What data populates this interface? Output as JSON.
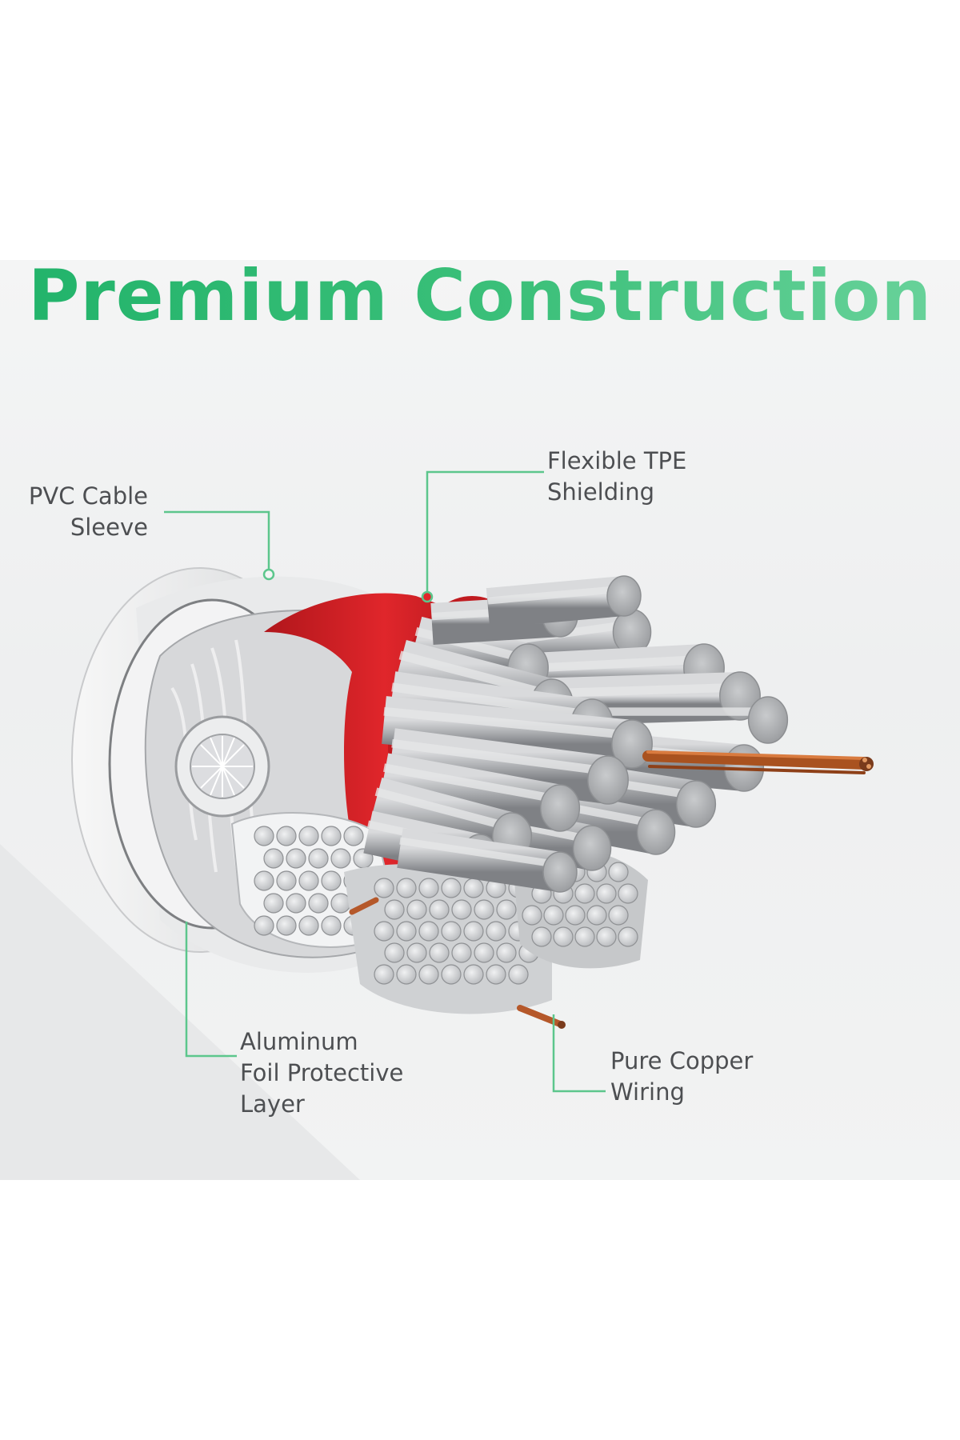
{
  "title": "Premium Construction",
  "colors": {
    "title_green": "#2bb673",
    "leader_line": "#5cc68c",
    "shielding_red": "#cf1f24",
    "strand_silver": "#a9abae",
    "copper": "#b5582a"
  },
  "callouts": {
    "pvc_sleeve": {
      "line1": "PVC Cable",
      "line2": "Sleeve"
    },
    "tpe_shielding": {
      "line1": "Flexible TPE",
      "line2": "Shielding"
    },
    "aluminum_foil": {
      "line1": "Aluminum",
      "line2": "Foil Protective",
      "line3": "Layer"
    },
    "copper_wiring": {
      "line1": "Pure Copper",
      "line2": "Wiring"
    }
  }
}
